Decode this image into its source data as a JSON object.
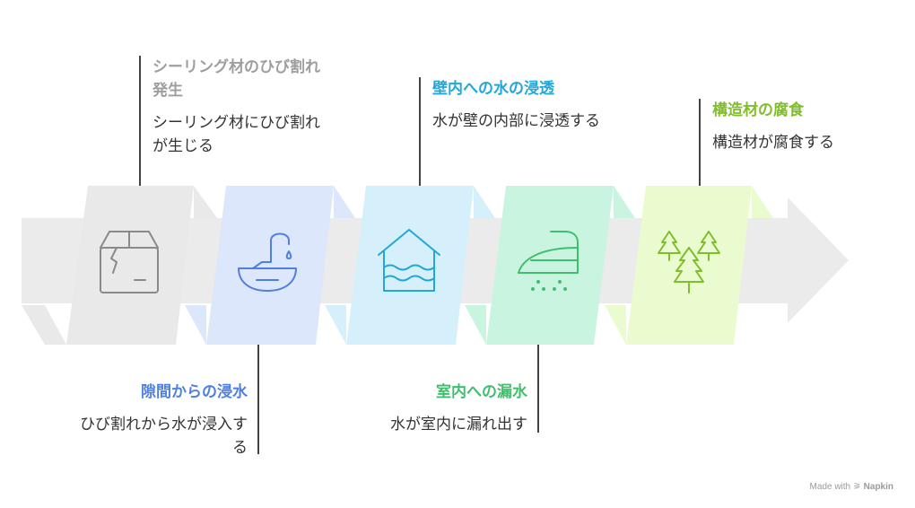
{
  "steps": [
    {
      "title": "シーリング材のひび割れ発生",
      "desc": "シーリング材にひび割れが生じる",
      "color": "#9e9e9e",
      "panel": "#e9e9e9",
      "icon": "box-icon"
    },
    {
      "title": "隙間からの浸水",
      "desc": "ひび割れから水が浸入する",
      "color": "#4f7fe0",
      "panel": "#dce7fb",
      "icon": "faucet-icon"
    },
    {
      "title": "壁内への水の浸透",
      "desc": "水が壁の内部に浸透する",
      "color": "#22a8d8",
      "panel": "#d6f0fb",
      "icon": "flooded-house-icon"
    },
    {
      "title": "室内への漏水",
      "desc": "水が室内に漏れ出す",
      "color": "#3fbf6e",
      "panel": "#c9f4e0",
      "icon": "iron-icon"
    },
    {
      "title": "構造材の腐食",
      "desc": "構造材が腐食する",
      "color": "#7fbf2a",
      "panel": "#ebfbd0",
      "icon": "trees-icon"
    }
  ],
  "footer": {
    "made_with": "Made with",
    "brand": "Napkin",
    "logo_icon": "napkin-logo-icon"
  }
}
